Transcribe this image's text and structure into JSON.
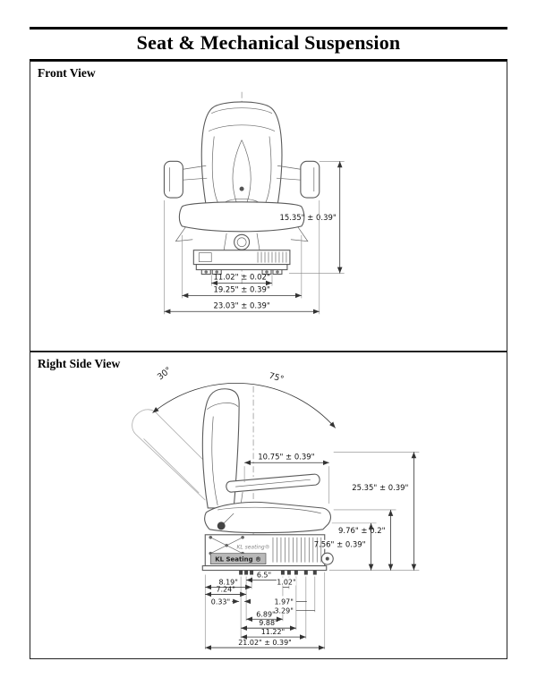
{
  "page": {
    "title": "Seat & Mechanical Suspension"
  },
  "front_view": {
    "label": "Front View",
    "dim_height": "15.35\" ± 0.39\"",
    "dim_bolt_spacing": "11.02\" ± 0.02\"",
    "dim_seat_width": "19.25\" ± 0.39\"",
    "dim_overall_width": "23.03\" ± 0.39\""
  },
  "side_view": {
    "label": "Right Side View",
    "angle_recline_back": "30°",
    "angle_backrest": "75°",
    "brand_small": "KL seating®",
    "brand_plate": "KL Seating ®",
    "dim_cushion_depth": "10.75\" ± 0.39\"",
    "dim_overall_height": "25.35\" ± 0.39\"",
    "dim_seat_height_top": "9.76\" ± 0.2\"",
    "dim_seat_height": "7.56\" ± 0.39\"",
    "dim_033": "0.33\"",
    "dim_724": "7.24\"",
    "dim_819": "8.19\"",
    "dim_65": "6.5\"",
    "dim_102": "1.02\"",
    "dim_197": "1.97\"",
    "dim_329": "3.29\"",
    "dim_689": "6.89\"",
    "dim_988": "9.88\"",
    "dim_1122": "11.22\"",
    "dim_overall_length": "21.02\" ± 0.39\""
  }
}
